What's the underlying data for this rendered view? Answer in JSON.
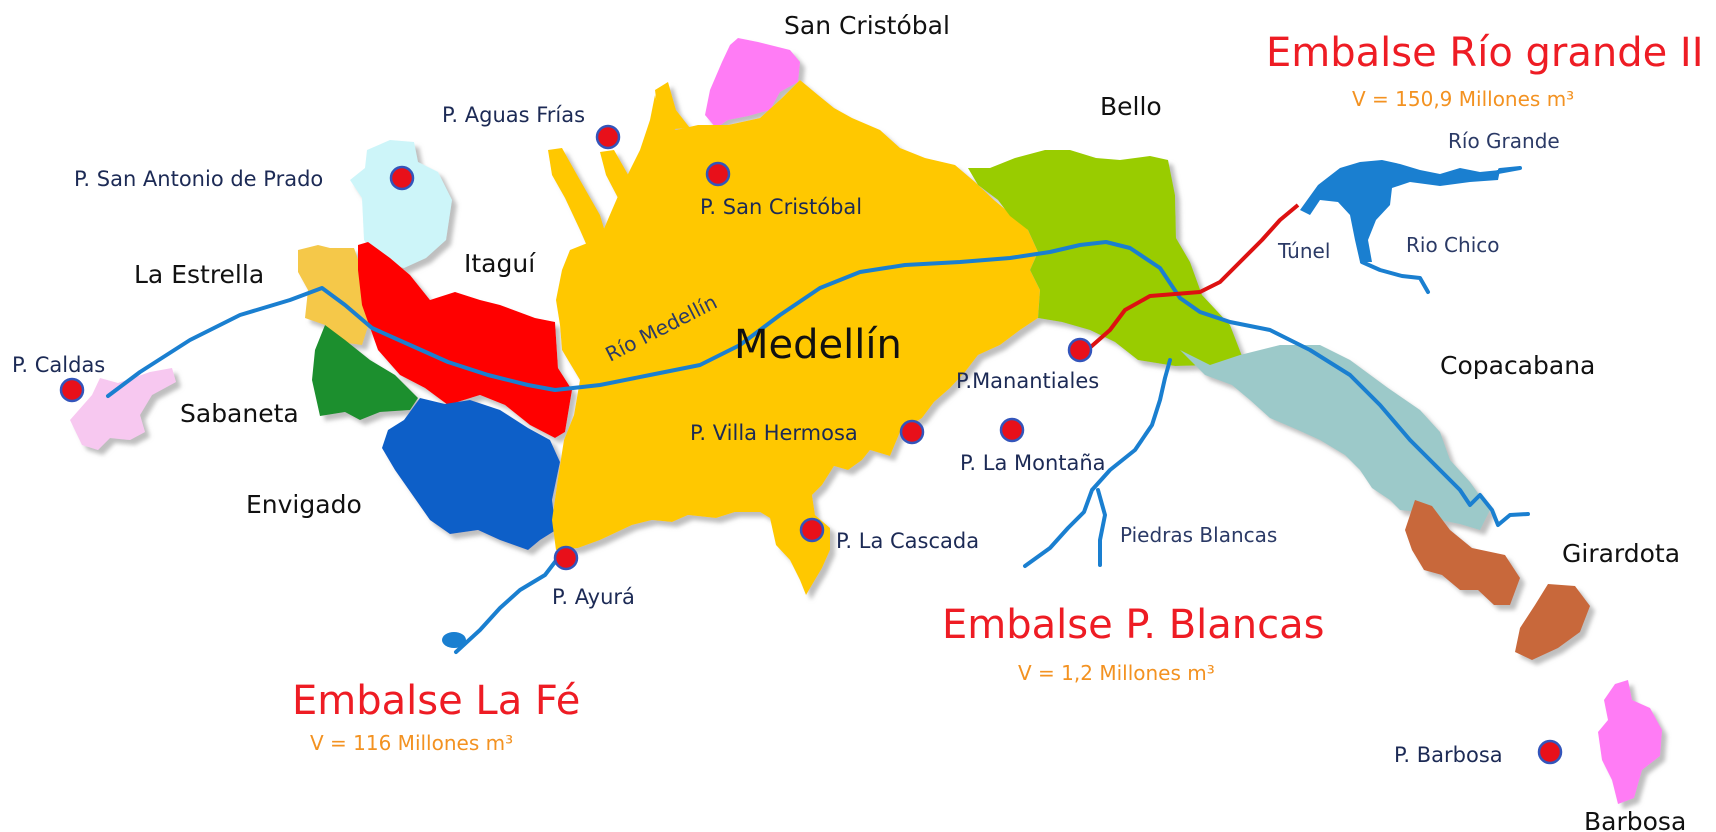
{
  "municipalities": [
    {
      "id": "san-cristobal",
      "name": "San Cristóbal",
      "color": "#ff7cf5"
    },
    {
      "id": "bello",
      "name": "Bello",
      "color": "#99cc00"
    },
    {
      "id": "itagui",
      "name": "Itaguí",
      "color": "#ff0000"
    },
    {
      "id": "la-estrella",
      "name": "La Estrella",
      "color": "#f5c84a"
    },
    {
      "id": "sabaneta",
      "name": "Sabaneta",
      "color": "#1b8f2e"
    },
    {
      "id": "envigado",
      "name": "Envigado",
      "color": "#0a5fc8"
    },
    {
      "id": "medellin",
      "name": "Medellín",
      "color": "#ffc800"
    },
    {
      "id": "copacabana",
      "name": "Copacabana",
      "color": "#9cc9c9"
    },
    {
      "id": "girardota",
      "name": "Girardota",
      "color": "#c8683a"
    },
    {
      "id": "barbosa",
      "name": "Barbosa",
      "color": "#ff7cf5"
    },
    {
      "id": "san-antonio",
      "name": "",
      "color": "#cdf5f9"
    },
    {
      "id": "caldas",
      "name": "",
      "color": "#f7c8f0"
    }
  ],
  "plants": [
    {
      "id": "aguas-frias",
      "name": "P. Aguas Frías"
    },
    {
      "id": "san-antonio",
      "name": "P. San Antonio de Prado"
    },
    {
      "id": "san-cristobal",
      "name": "P. San Cristóbal"
    },
    {
      "id": "caldas",
      "name": "P. Caldas"
    },
    {
      "id": "manantiales",
      "name": "P.Manantiales"
    },
    {
      "id": "villa-hermosa",
      "name": "P. Villa Hermosa"
    },
    {
      "id": "la-montana",
      "name": "P. La Montaña"
    },
    {
      "id": "la-cascada",
      "name": "P. La Cascada"
    },
    {
      "id": "ayura",
      "name": "P. Ayurá"
    },
    {
      "id": "barbosa",
      "name": "P. Barbosa"
    }
  ],
  "rivers": [
    {
      "id": "rio-medellin",
      "name": "Río Medellín"
    },
    {
      "id": "rio-grande",
      "name": "Río Grande"
    },
    {
      "id": "rio-chico",
      "name": "Rio Chico"
    },
    {
      "id": "tunel",
      "name": "Túnel"
    },
    {
      "id": "piedras-blancas",
      "name": "Piedras Blancas"
    }
  ],
  "reservoirs": [
    {
      "id": "rio-grande",
      "title": "Embalse Río grande II",
      "volume": "V = 150,9 Millones m³"
    },
    {
      "id": "p-blancas",
      "title": "Embalse P. Blancas",
      "volume": "V = 1,2 Millones m³"
    },
    {
      "id": "la-fe",
      "title": "Embalse La Fé",
      "volume": "V = 116 Millones m³"
    }
  ],
  "colors": {
    "river": "#1a7fd0",
    "tunnel": "#dd1111",
    "plant_marker": "#e8101a",
    "plant_ring": "#3355bb",
    "reservoir_title": "#ee1c24",
    "volume_text": "#f39221"
  }
}
